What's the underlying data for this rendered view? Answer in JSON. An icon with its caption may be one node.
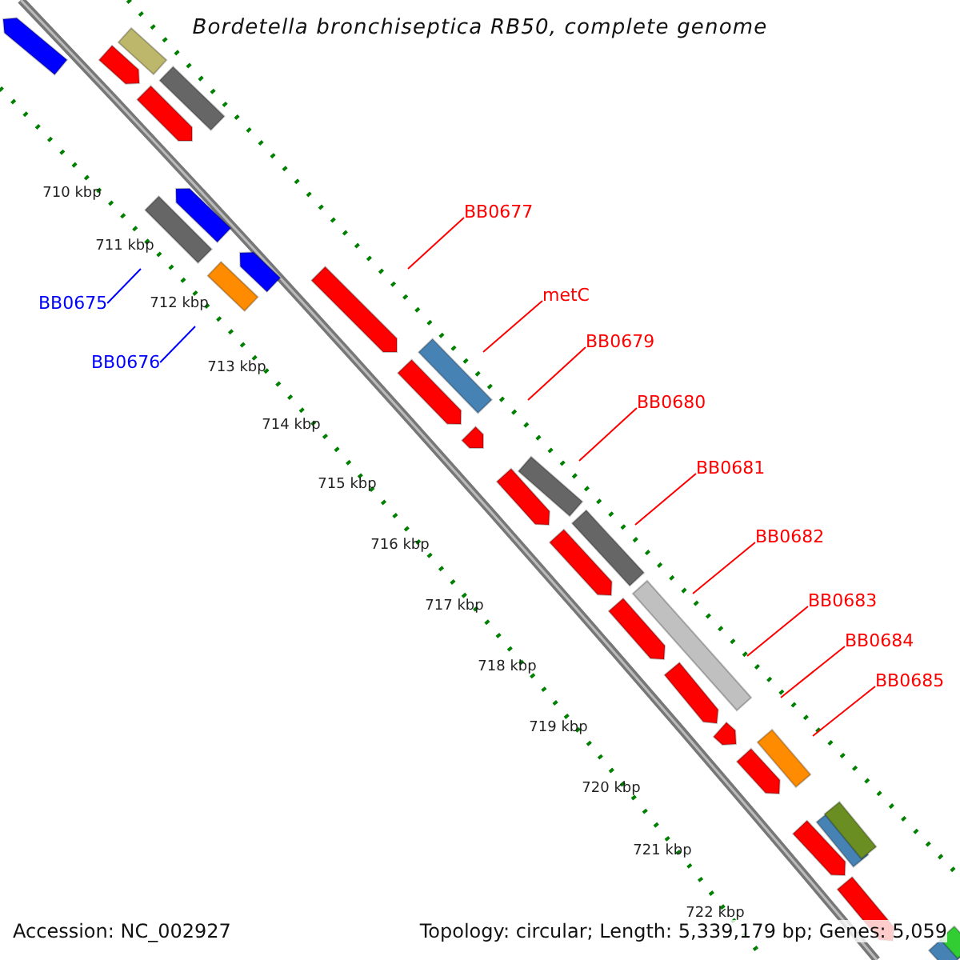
{
  "diagram": {
    "title": "Bordetella bronchiseptica RB50, complete genome",
    "nodes": [
      {
        "text": [
          "BB0675"
        ]
      },
      {
        "text": [
          "BB0676"
        ]
      },
      {
        "text": [
          "BB0677"
        ]
      },
      {
        "text": [
          "metC"
        ]
      },
      {
        "text": [
          "BB0679"
        ]
      },
      {
        "text": [
          "BB0680"
        ]
      },
      {
        "text": [
          "BB0681"
        ]
      },
      {
        "text": [
          "BB0682"
        ]
      },
      {
        "text": [
          "BB0683"
        ]
      },
      {
        "text": [
          "BB0684"
        ]
      },
      {
        "text": [
          "BB0685"
        ]
      }
    ],
    "edges": [
      {
        "from": 0,
        "to": null,
        "arrow": "none",
        "color": "#0000ff"
      },
      {
        "from": 1,
        "to": null,
        "arrow": "none",
        "color": "#0000ff"
      },
      {
        "from": 2,
        "to": null,
        "arrow": "none"
      },
      {
        "from": 3,
        "to": null,
        "arrow": "none"
      },
      {
        "from": 4,
        "to": null,
        "arrow": "none"
      },
      {
        "from": 5,
        "to": null,
        "arrow": "none"
      },
      {
        "from": 6,
        "to": null,
        "arrow": "none"
      },
      {
        "from": 7,
        "to": null,
        "arrow": "none"
      },
      {
        "from": 8,
        "to": null,
        "arrow": "none"
      },
      {
        "from": 9,
        "to": null,
        "arrow": "none"
      },
      {
        "from": 10,
        "to": null,
        "arrow": "none"
      }
    ],
    "labels": [
      "710 kbp",
      "711 kbp",
      "712 kbp",
      "713 kbp",
      "714 kbp",
      "715 kbp",
      "716 kbp",
      "717 kbp",
      "718 kbp",
      "719 kbp",
      "720 kbp",
      "721 kbp",
      "722 kbp",
      "Accession: NC_002927",
      "Topology: circular; Length: 5,339,179 bp; Genes: 5,059"
    ]
  }
}
